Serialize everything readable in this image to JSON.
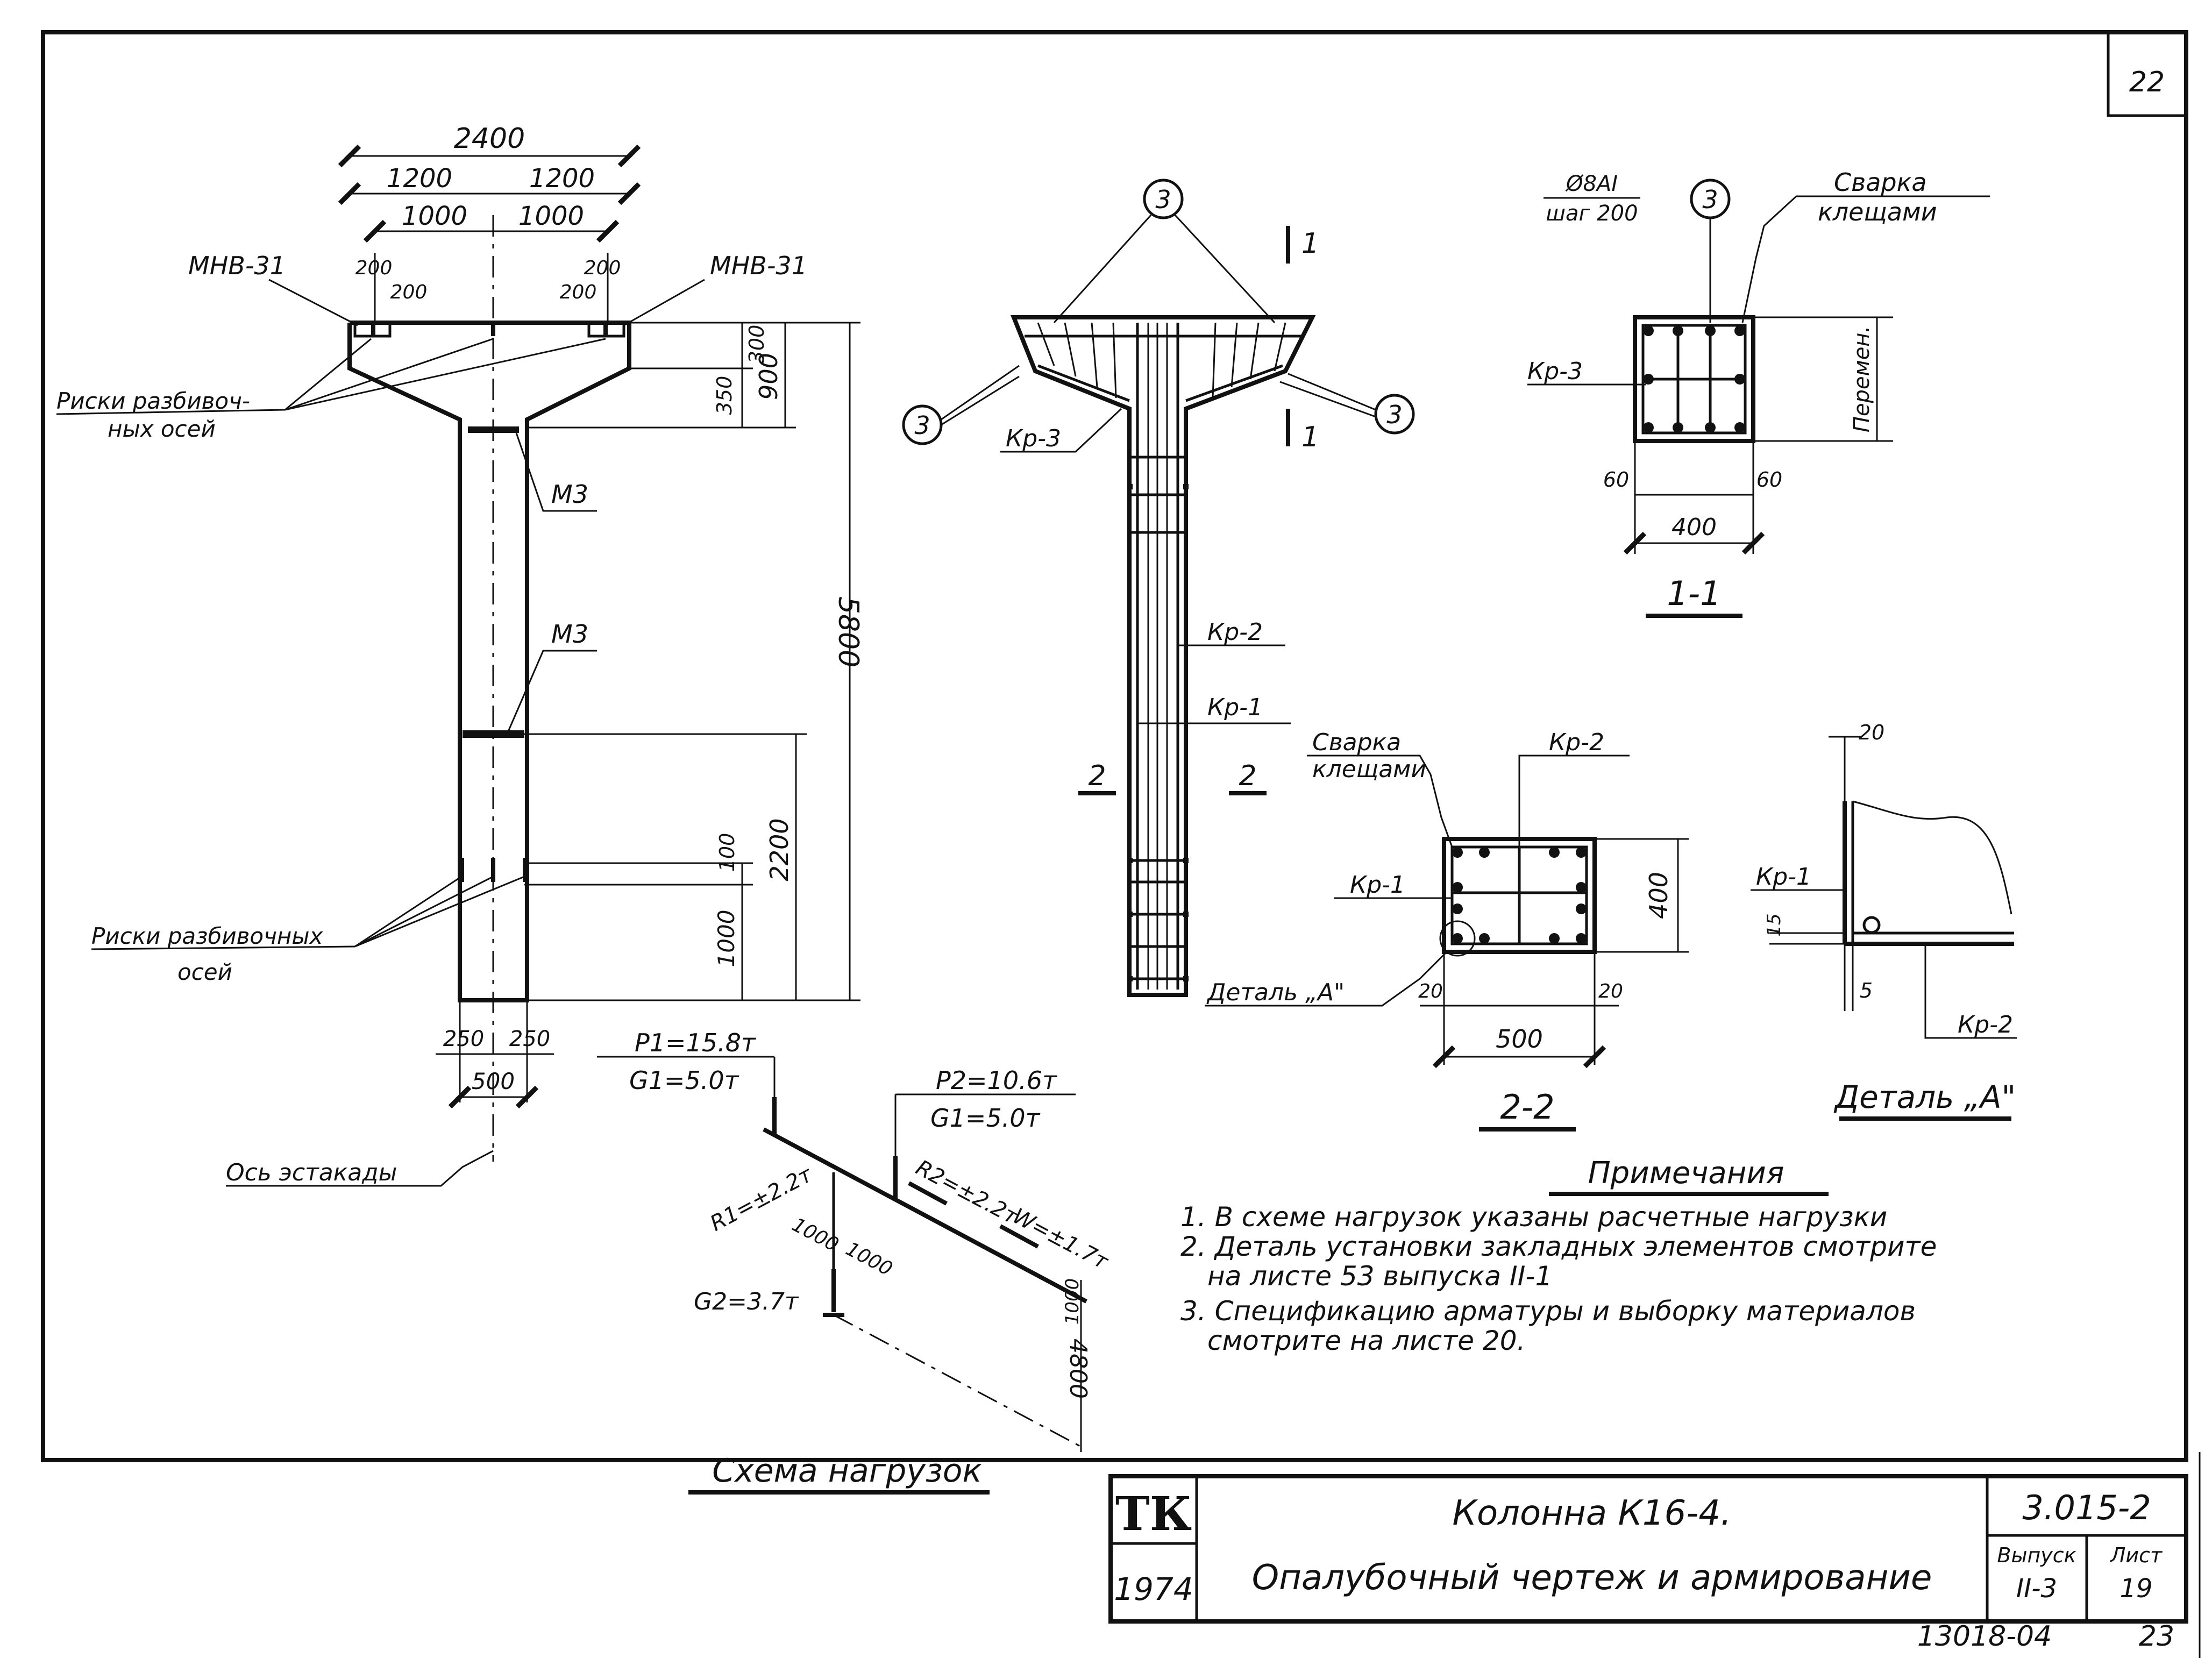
{
  "sheet_number": "22",
  "column_view": {
    "dim_total": "2400",
    "dim_half_left": "1200",
    "dim_half_right": "1200",
    "dim_1000_left": "1000",
    "dim_1000_right": "1000",
    "dim_200_a": "200",
    "dim_200_b": "200",
    "dim_200_c": "200",
    "dim_200_d": "200",
    "label_mnv_left": "МНВ-31",
    "label_mnv_right": "МНВ-31",
    "label_marks_axes_top_1": "Риски разбивоч-",
    "label_marks_axes_top_2": "ных осей",
    "label_m3_upper": "М3",
    "label_m3_lower": "М3",
    "label_marks_axes_bottom_1": "Риски разбивочных",
    "label_marks_axes_bottom_2": "осей",
    "dim_300": "300",
    "dim_350": "350",
    "dim_900": "900",
    "dim_5800": "5800",
    "dim_2200": "2200",
    "dim_100": "100",
    "dim_1000_v": "1000",
    "dim_250_left": "250",
    "dim_250_right": "250",
    "dim_500": "500",
    "label_trestle_axis": "Ось эстакады"
  },
  "reinforcement_view": {
    "callout_3": "3",
    "section_mark": "1",
    "label_kr3": "Кр-3",
    "label_kr2": "Кр-2",
    "label_kr1": "Кр-1",
    "section_mark_2": "2"
  },
  "section_1_1": {
    "bar_spec_line1": "Ø8AI",
    "bar_spec_line2": "шаг 200",
    "callout_3": "3",
    "label_welding_1": "Сварка",
    "label_welding_2": "клещами",
    "label_kr3": "Кр-3",
    "label_variable": "Перемен.",
    "dim_60_left": "60",
    "dim_60_right": "60",
    "dim_400": "400",
    "title": "1-1"
  },
  "section_2_2": {
    "label_welding_1": "Сварка",
    "label_welding_2": "клещами",
    "label_kr2": "Кр-2",
    "label_kr1": "Кр-1",
    "dim_400": "400",
    "label_detail_a": "Деталь „А\"",
    "dim_20_left": "20",
    "dim_20_right": "20",
    "dim_500": "500",
    "title": "2-2"
  },
  "detail_a": {
    "dim_20": "20",
    "label_kr1": "Кр-1",
    "dim_15": "15",
    "dim_5": "5",
    "label_kr2": "Кр-2",
    "title": "Деталь „А\""
  },
  "load_scheme": {
    "p1": "P1=15.8т",
    "g1_left": "G1=5.0т",
    "p2": "P2=10.6т",
    "g1_right": "G1=5.0т",
    "r1": "R1=±2.2т",
    "r2": "R2=±2.2т",
    "w": "W=±1.7т",
    "dim_1000_a": "1000",
    "dim_1000_b": "1000",
    "dim_1000_c": "1000",
    "g2": "G2=3.7т",
    "dim_4800": "4800",
    "title": "Схема нагрузок"
  },
  "notes": {
    "heading": "Примечания",
    "line1": "1. В схеме нагрузок указаны расчетные нагрузки",
    "line2": "2. Деталь установки закладных элементов смотрите",
    "line3": "на листе 53 выпуска II-1",
    "line4": "3. Спецификацию арматуры и выборку материалов",
    "line5": "смотрите на листе 20."
  },
  "title_block": {
    "org": "ТК",
    "year": "1974",
    "name_line1": "Колонна К16-4.",
    "name_line2": "Опалубочный чертеж и армирование",
    "series": "3.015-2",
    "issue_label": "Выпуск",
    "issue_value": "II-3",
    "sheet_label": "Лист",
    "sheet_value": "19"
  },
  "below_frame": {
    "archive_number": "13018-04",
    "page_number": "23"
  }
}
